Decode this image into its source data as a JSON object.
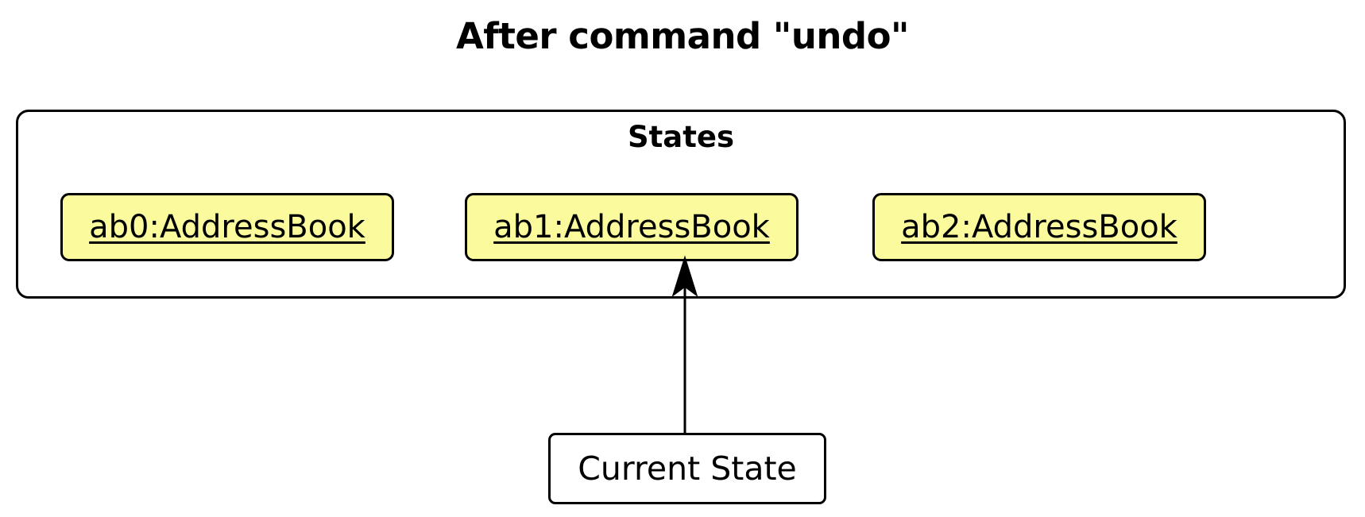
{
  "diagram": {
    "title": "After command \"undo\"",
    "type": "uml-object-diagram",
    "background_color": "#FFFFFF",
    "line_color": "#000000"
  },
  "package": {
    "name": "States",
    "border_color": "#000000",
    "fill_color": "#FFFFFF"
  },
  "states": [
    {
      "label": "ab0:AddressBook",
      "instance": "ab0",
      "class": "AddressBook",
      "fill_color": "#FBFB9E",
      "current": false
    },
    {
      "label": "ab1:AddressBook",
      "instance": "ab1",
      "class": "AddressBook",
      "fill_color": "#FBFB9E",
      "current": true
    },
    {
      "label": "ab2:AddressBook",
      "instance": "ab2",
      "class": "AddressBook",
      "fill_color": "#FBFB9E",
      "current": false
    }
  ],
  "pointer": {
    "label": "Current State",
    "points_to": "ab1:AddressBook",
    "fill_color": "#FFFFFF",
    "border_color": "#000000"
  }
}
